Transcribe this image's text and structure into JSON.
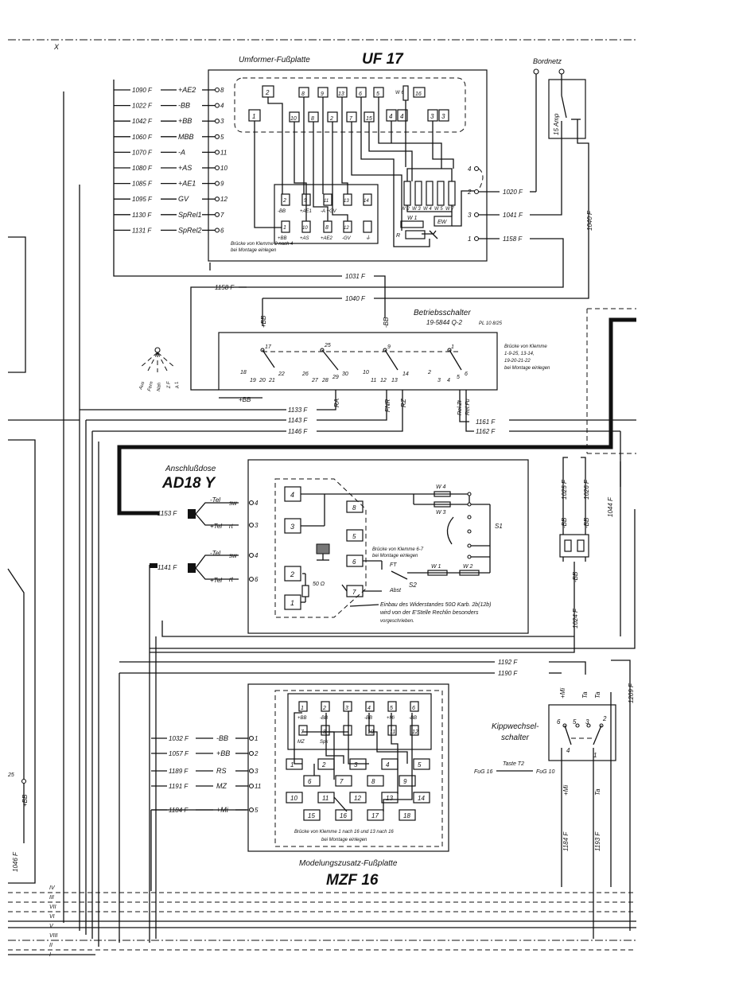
{
  "marks": {
    "roman_top": "X"
  },
  "uf17": {
    "title": "Umformer-Fußplatte",
    "code": "UF 17",
    "left_wires": [
      {
        "wire": "1090 F",
        "sig": "+AE2",
        "term": "8"
      },
      {
        "wire": "1022 F",
        "sig": "-BB",
        "term": "4"
      },
      {
        "wire": "1042 F",
        "sig": "+BB",
        "term": "3"
      },
      {
        "wire": "1060 F",
        "sig": "MBB",
        "term": "5"
      },
      {
        "wire": "1070 F",
        "sig": "-A",
        "term": "11"
      },
      {
        "wire": "1080 F",
        "sig": "+AS",
        "term": "10"
      },
      {
        "wire": "1085 F",
        "sig": "+AE1",
        "term": "9"
      },
      {
        "wire": "1095 F",
        "sig": "GV",
        "term": "12"
      },
      {
        "wire": "1130 F",
        "sig": "SpRel1",
        "term": "7"
      },
      {
        "wire": "1131 F",
        "sig": "SpRel2",
        "term": "6"
      }
    ],
    "note": [
      "Brücke von Klemme 2 nach 4",
      "bei Montage einlegen"
    ],
    "top_boxes": [
      "2",
      "8",
      "9",
      "13",
      "6",
      "5",
      "16"
    ],
    "mid_boxes": [
      "1",
      "10",
      "8",
      "2",
      "7",
      "15",
      "4",
      "4",
      "3",
      "3"
    ],
    "w6": "W 6",
    "inner_top": [
      {
        "n": "2",
        "l": "-BB"
      },
      {
        "n": "9",
        "l": "+AE1"
      },
      {
        "n": "11",
        "l": "-A +GV"
      },
      {
        "n": "13",
        "l": ""
      },
      {
        "n": "14",
        "l": ""
      }
    ],
    "inner_bot": [
      {
        "n": "1",
        "l": "+BB"
      },
      {
        "n": "10",
        "l": "+AS"
      },
      {
        "n": "8",
        "l": "+AE2"
      },
      {
        "n": "12",
        "l": "-GV"
      },
      {
        "n": "",
        "l": "⏚"
      }
    ],
    "w1": "W 1",
    "r": "R",
    "ew": "EW",
    "resistor_labels": [
      "W 2",
      "W 3",
      "W 4",
      "W 5",
      "W 7"
    ],
    "right_terms": [
      {
        "term": "4",
        "wire": ""
      },
      {
        "term": "2",
        "wire": "1020 F"
      },
      {
        "term": "3",
        "wire": "1041 F"
      },
      {
        "term": "1",
        "wire": "1158 F"
      }
    ]
  },
  "bordnetz": {
    "label": "Bordnetz",
    "fuse": "15 Amp",
    "wire": "1040 F"
  },
  "bus": {
    "w1031": "1031 F",
    "w1158": "1158 F",
    "w1040": "1040 F"
  },
  "betrieb": {
    "title": "Betriebsschalter",
    "sub": "19-5844 Q-2",
    "pl": "PL 10 8/25",
    "plus_bb": "+BB",
    "minus_bb": "-BB",
    "bottom_plus_bb": "+BB",
    "note": [
      "Brücke von Klemme",
      "1-9-25, 13-14,",
      "19-20-21-22",
      "bei Montage einlegen"
    ],
    "contacts": [
      "17",
      "25",
      "9",
      "1",
      "18",
      "19",
      "20",
      "21",
      "22",
      "26",
      "27",
      "28",
      "29",
      "30",
      "10",
      "11",
      "12",
      "13",
      "14",
      "2",
      "3",
      "4",
      "5",
      "6"
    ],
    "positions": [
      "Aus",
      "Fern",
      "Nah",
      "Z F",
      "A 1"
    ],
    "out_labels": [
      "RA",
      "FNR",
      "RZ",
      "Rel.Zt",
      "Rel.Fu"
    ]
  },
  "mid_wires": {
    "w1133": "1133 F",
    "w1143": "1143 F",
    "w1146": "1146 F",
    "w1161": "1161 F",
    "w1162": "1162 F"
  },
  "ad18y": {
    "title": "Anschlußdose",
    "code": "AD18 Y",
    "plug1": {
      "wire": "1153 F",
      "a": "-Tel",
      "a2": "sw",
      "at": "4",
      "b": "+Tel",
      "b2": "rt",
      "bt": "3"
    },
    "plug2": {
      "wire": "1141 F",
      "a": "-Tel",
      "a2": "sw",
      "at": "4",
      "b": "+Tel",
      "b2": "rt",
      "bt": "6"
    },
    "boxes": [
      "4",
      "3",
      "8",
      "5",
      "6",
      "2",
      "1",
      "7"
    ],
    "w4": "W 4",
    "w3": "W 3",
    "w1": "W 1",
    "w2": "W 2",
    "s1": "S1",
    "s2": "S2",
    "ft": "FT",
    "abst": "Abst",
    "ohm": "50 Ω",
    "note1": [
      "Brücke von Klemme 6-7",
      "bei Montage einlegen"
    ],
    "note2": [
      "Einbau des Widerstandes 50Ω Karb. 2b(12b)",
      "wird von der E'Stelle Rechlin besonders",
      "vorgeschrieben."
    ]
  },
  "right_side": {
    "w1025": "1025 F",
    "w1026": "1026 F",
    "w1044": "1044 F",
    "w1024": "1024 F",
    "bb1": "-BB",
    "bb2": "-BB",
    "bb3": "-BB"
  },
  "mzf16": {
    "title": "Modelungszusatz-Fußplatte",
    "code": "MZF 16",
    "left_wires": [
      {
        "wire": "1032 F",
        "sig": "-BB",
        "term": "1"
      },
      {
        "wire": "1057 F",
        "sig": "+BB",
        "term": "2"
      },
      {
        "wire": "1189 F",
        "sig": "RS",
        "term": "3"
      },
      {
        "wire": "1191 F",
        "sig": "MZ",
        "term": "11"
      },
      {
        "wire": "1184 F",
        "sig": "+Mi",
        "term": "5"
      }
    ],
    "inner": [
      {
        "n": "1",
        "l": "+BB"
      },
      {
        "n": "2",
        "l": "-BB"
      },
      {
        "n": "3",
        "l": ""
      },
      {
        "n": "4",
        "l": "-BB"
      },
      {
        "n": "5",
        "l": "+Mi"
      },
      {
        "n": "6",
        "l": "-BB"
      },
      {
        "n": "7",
        "l": "MZ"
      },
      {
        "n": "8",
        "l": "Spk"
      },
      {
        "n": "",
        "l": ""
      },
      {
        "n": "10",
        "l": ""
      },
      {
        "n": "11",
        "l": ""
      },
      {
        "n": "12",
        "l": ""
      }
    ],
    "rows": [
      [
        "1",
        "2",
        "3",
        "4",
        "5"
      ],
      [
        "6",
        "7",
        "8",
        "9"
      ],
      [
        "10",
        "11",
        "12",
        "13",
        "14"
      ],
      [
        "15",
        "16",
        "17",
        "18"
      ]
    ],
    "note": [
      "Brücke von Klemme 1 nach 16 und 13 nach 16",
      "bei Montage einlegen"
    ]
  },
  "kipp": {
    "title1": "Kippwechsel-",
    "title2": "schalter",
    "w1192": "1192 F",
    "w1190": "1190 F",
    "w1209": "1209 F",
    "w1184": "1184 F",
    "w1193": "1193 F",
    "mi_top": "+Mi",
    "ta_top1": "Ta",
    "ta_top2": "Ta",
    "mi_bot": "+Mi",
    "ta_bot": "Ta",
    "terms": [
      "6",
      "5",
      "3",
      "2",
      "4",
      "1"
    ],
    "taste": "Taste T2",
    "fug16": "FuG 16",
    "fug10": "FuG 10"
  },
  "far_left": {
    "w1046": "1046 F",
    "bb": "+BB",
    "t25": "25",
    "roman": [
      "IV",
      "III",
      "VII",
      "VI",
      "V",
      "VIII",
      "II",
      "I"
    ]
  }
}
